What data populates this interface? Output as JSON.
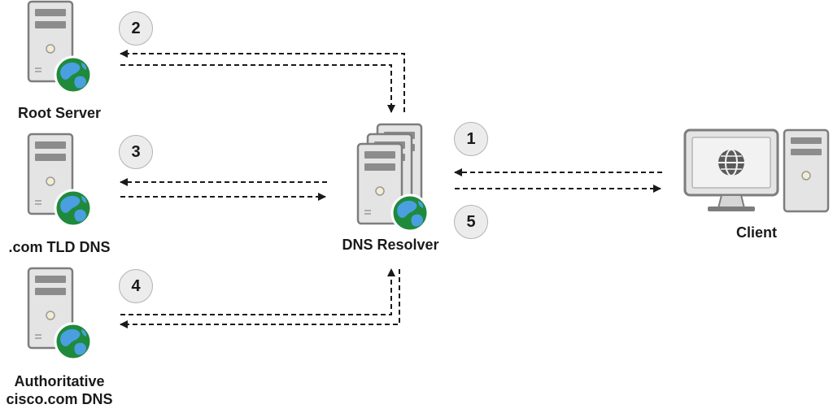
{
  "nodes": {
    "root_server": {
      "label": "Root Server",
      "icon": "server-globe-icon"
    },
    "tld_dns": {
      "label": ".com TLD DNS",
      "icon": "server-globe-icon"
    },
    "authoritative_dns": {
      "label_line1": "Authoritative",
      "label_line2": "cisco.com DNS",
      "icon": "server-globe-icon"
    },
    "resolver": {
      "label": "DNS Resolver",
      "icon": "server-stack-globe-icon"
    },
    "client": {
      "label": "Client",
      "icon": "desktop-computer-icon"
    }
  },
  "steps": [
    "1",
    "2",
    "3",
    "4",
    "5"
  ],
  "colors": {
    "server_fill": "#e4e4e4",
    "server_stroke": "#7d7d7d",
    "slot_fill": "#8c8c8c",
    "led_fill": "#f3ecd2",
    "globe_water": "#1f8a3c",
    "globe_land": "#4a9fe0",
    "arrow": "#1a1a1a",
    "badge_fill": "#ececec"
  }
}
